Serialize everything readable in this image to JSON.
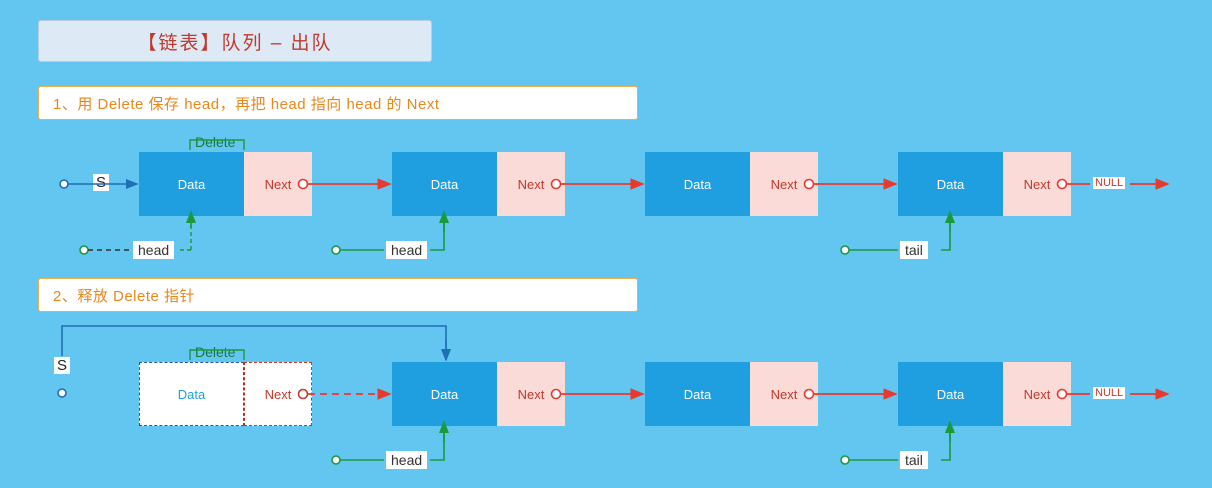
{
  "title": {
    "text": "【链表】队列 – 出队"
  },
  "steps": [
    {
      "id": "step1",
      "text": "1、用 Delete 保存 head，再把 head 指向 head 的 Next"
    },
    {
      "id": "step2",
      "text": "2、释放 Delete 指针"
    }
  ],
  "node_labels": {
    "data": "Data",
    "next": "Next"
  },
  "pointer_labels": {
    "s": "S",
    "delete": "Delete",
    "head": "head",
    "tail": "tail",
    "null": "NULL"
  },
  "row1": {
    "nodes": [
      {
        "data": "Data",
        "next": "Next"
      },
      {
        "data": "Data",
        "next": "Next"
      },
      {
        "data": "Data",
        "next": "Next"
      },
      {
        "data": "Data",
        "next": "Next"
      }
    ],
    "annotations": {
      "s": "S",
      "delete": "Delete",
      "head_old": "head",
      "head_new": "head",
      "tail": "tail",
      "null": "NULL"
    }
  },
  "row2": {
    "nodes": [
      {
        "data": "Data",
        "next": "Next",
        "freed": true
      },
      {
        "data": "Data",
        "next": "Next",
        "freed": false
      },
      {
        "data": "Data",
        "next": "Next",
        "freed": false
      },
      {
        "data": "Data",
        "next": "Next",
        "freed": false
      }
    ],
    "annotations": {
      "s": "S",
      "delete": "Delete",
      "head": "head",
      "tail": "tail",
      "null": "NULL"
    }
  },
  "colors": {
    "background": "#63c6f0",
    "data_box": "#1f9fe0",
    "next_box": "#fadbd8",
    "arrow_red": "#e8392f",
    "arrow_green": "#1a9a3c",
    "arrow_blue": "#1f6fb5",
    "title_text": "#c0392b",
    "step_text": "#e8871a"
  }
}
